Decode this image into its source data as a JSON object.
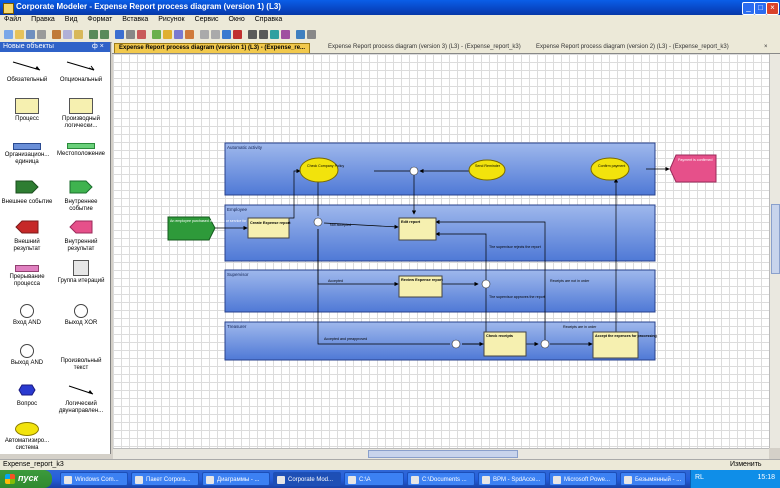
{
  "window": {
    "title": "Corporate Modeler - Expense Report process diagram (version 1) (L3)"
  },
  "menu": [
    "Файл",
    "Правка",
    "Вид",
    "Формат",
    "Вставка",
    "Рисунок",
    "Сервис",
    "Окно",
    "Справка"
  ],
  "palette": {
    "title": "Новые объекты",
    "pin": "ф ×",
    "items": [
      "Обязательный",
      "Опциональный",
      "Процесс",
      "Производный логически...",
      "Организацион... единица",
      "Местоположение",
      "Внешнее событие",
      "Внутреннее событие",
      "Внешний результат",
      "Внутренний результат",
      "Прерывание процесса",
      "Группа итераций",
      "Вход AND",
      "Выход XOR",
      "Выход AND",
      "Произвольный текст",
      "Вопрос",
      "Логический двунаправлен...",
      "Автоматизиро... система"
    ]
  },
  "tabs": [
    "Expense Report process diagram (version 1) (L3) - (Expense_re...",
    "Expense Report process diagram (version 3) (L3) - (Expense_report_k3)",
    "Expense Report process diagram (version 2) (L3) - (Expense_report_k3)"
  ],
  "diagram": {
    "lanes": [
      "Automatic activity",
      "Employee",
      "Supervisor",
      "Treasurer"
    ],
    "start_event": "An employee purchased a product or service for required",
    "end_event": "Payment is confirmed",
    "processes": {
      "create": "Create Expense report",
      "edit": "Edit report",
      "review": "Review Expense report",
      "check": "Check receipts",
      "accept": "Accept the expences for processing"
    },
    "systems": {
      "policy": "Check Company Policy",
      "reminder": "Send Reminder",
      "confirm": "Confirm payment"
    },
    "labels": {
      "not_accepted": "Not accepted",
      "accepted": "Accepted",
      "accepted_preapproved": "Accepted and preapproved",
      "supervisor_reject": "The supervisor rejects the report",
      "supervisor_approve": "The supervisor approves the report",
      "receipts_not_order": "Receipts are not in order",
      "receipts_order": "Receipts are in order"
    }
  },
  "status": {
    "left": "Expense_report_k3",
    "right": "Изменить"
  },
  "taskbar": {
    "start": "пуск",
    "tasks": [
      "Windows Com...",
      "Пакет Corpora...",
      "Диаграммы - ...",
      "Corporate Mod...",
      "C:\\А",
      "C:\\Documents ...",
      "BPM - SpdAcce...",
      "Microsoft Powe...",
      "Безымянный - ..."
    ],
    "clock": "15:18",
    "lang": "RL"
  }
}
